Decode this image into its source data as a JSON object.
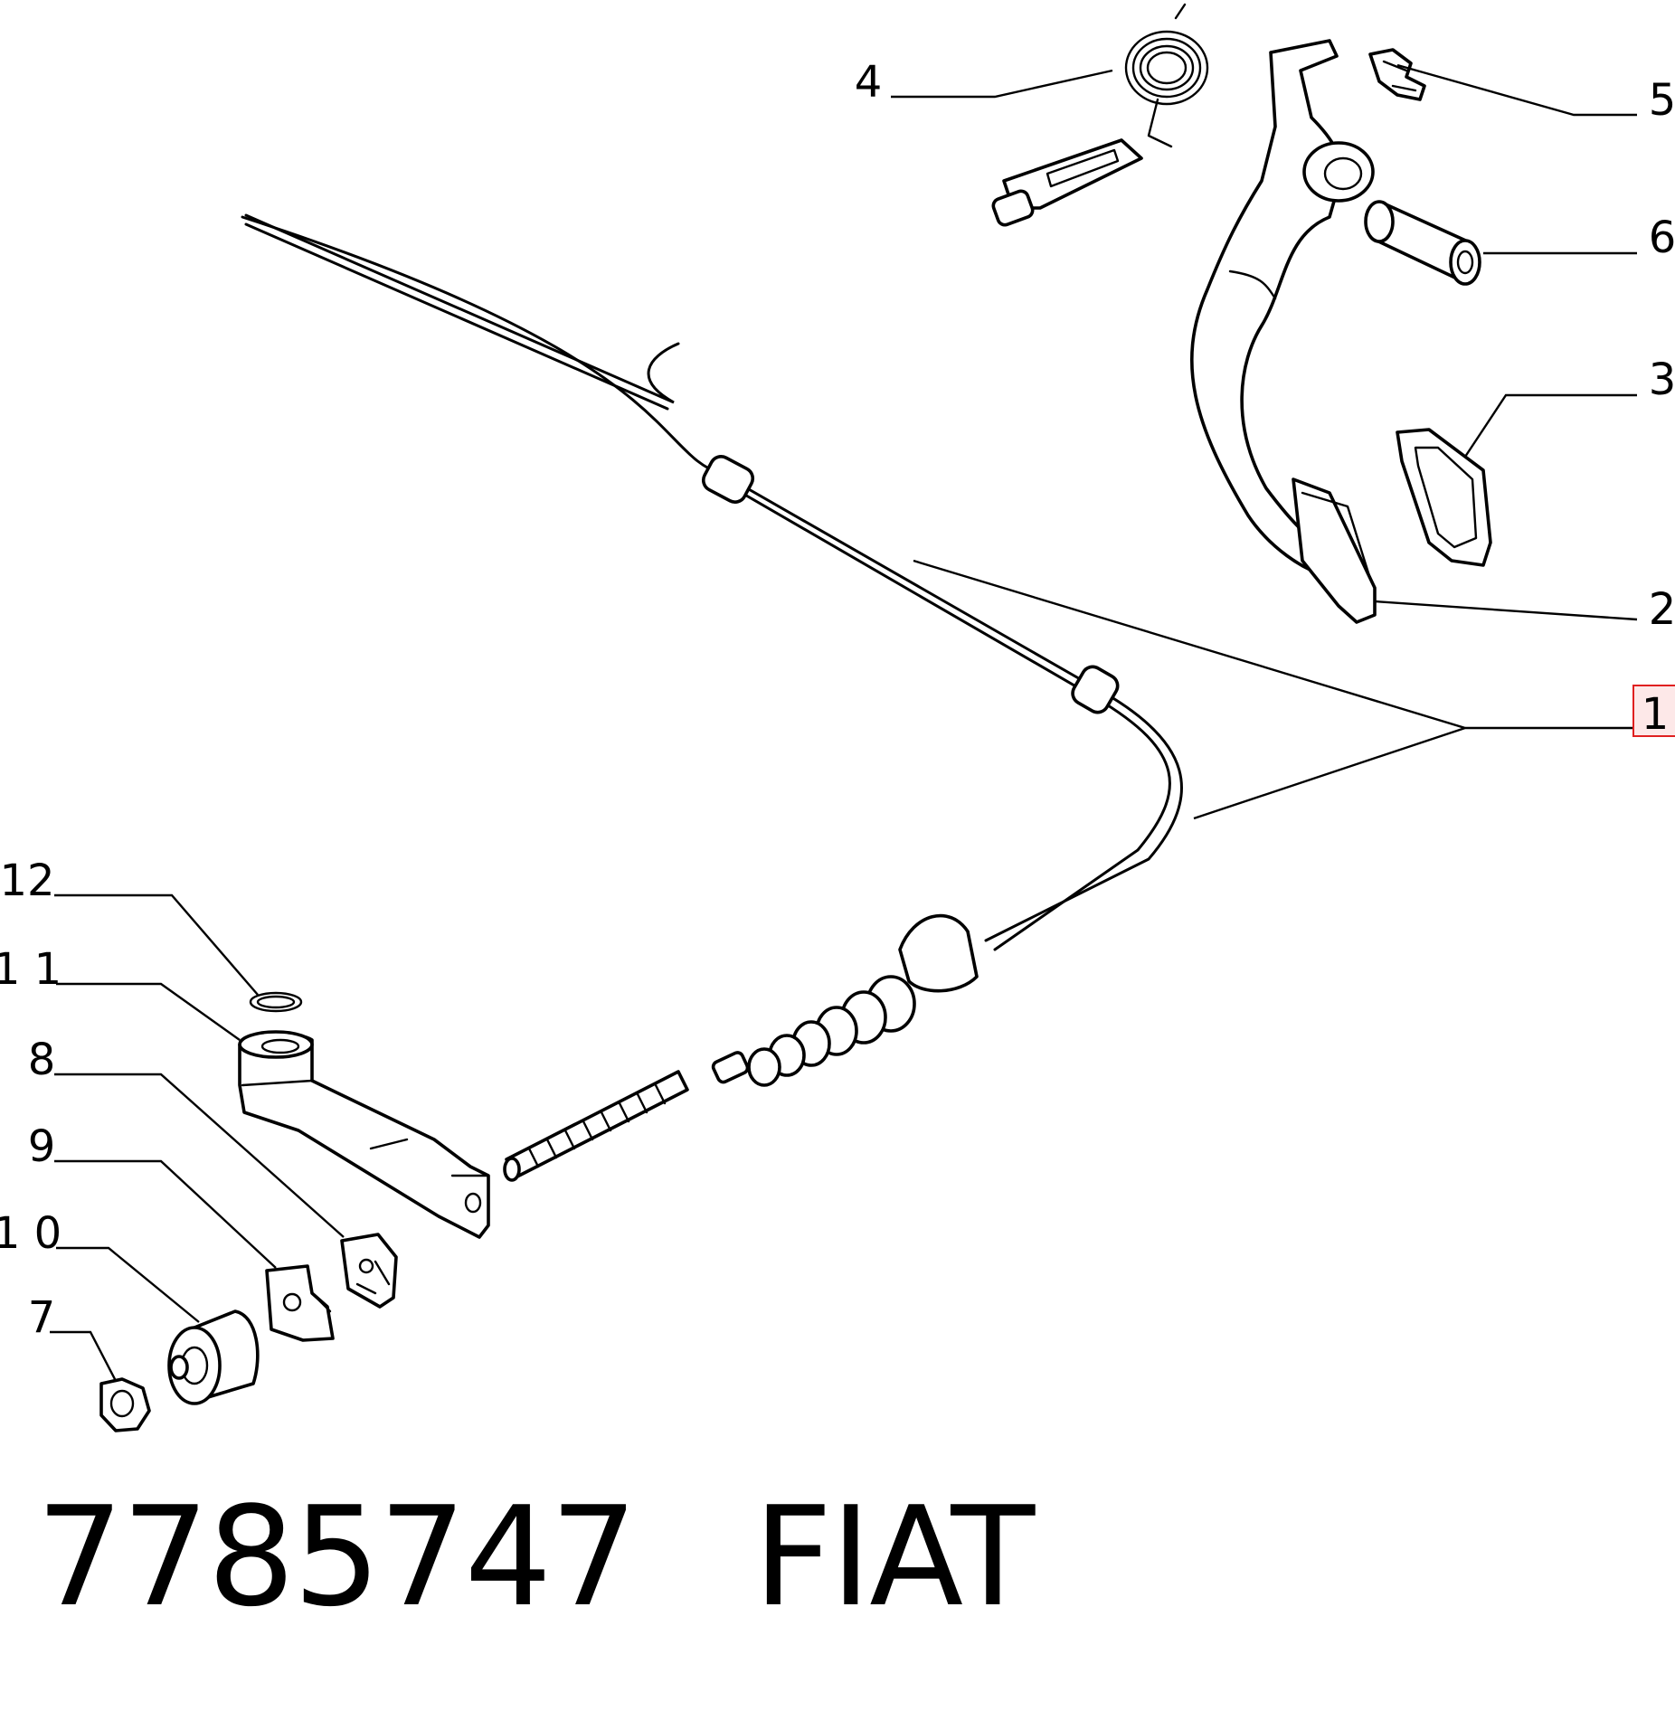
{
  "callouts": {
    "c1": "1",
    "c2": "2",
    "c3": "3",
    "c4": "4",
    "c5": "5",
    "c6": "6",
    "c7": "7",
    "c8": "8",
    "c9": "9",
    "c10": "1 0",
    "c11": "1 1",
    "c12": "12"
  },
  "highlight_color": "#e02020",
  "footer": {
    "part_number": "7785747",
    "brand": "FIAT"
  }
}
